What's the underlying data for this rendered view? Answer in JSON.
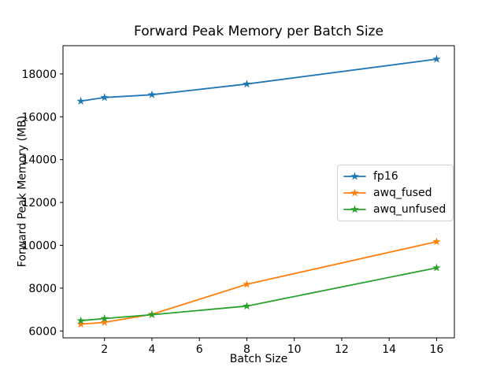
{
  "chart_data": {
    "type": "line",
    "title": "Forward Peak Memory per Batch Size",
    "xlabel": "Batch Size",
    "ylabel": "Forward Peak Memory (MB)",
    "x": [
      1,
      2,
      4,
      8,
      16
    ],
    "series": [
      {
        "name": "fp16",
        "color": "#1f77b4",
        "values": [
          16730,
          16900,
          17030,
          17530,
          18690
        ]
      },
      {
        "name": "awq_fused",
        "color": "#ff7f0e",
        "values": [
          6320,
          6400,
          6780,
          8180,
          10170
        ]
      },
      {
        "name": "awq_unfused",
        "color": "#2ca02c",
        "values": [
          6480,
          6580,
          6760,
          7160,
          8950
        ]
      }
    ],
    "xticks": [
      2,
      4,
      6,
      8,
      10,
      12,
      14,
      16
    ],
    "yticks": [
      6000,
      8000,
      10000,
      12000,
      14000,
      16000,
      18000
    ],
    "xlim": [
      0.25,
      16.75
    ],
    "ylim": [
      5680,
      19320
    ],
    "grid": false,
    "marker": "star",
    "legend_position": "center right",
    "axis_color": "#000000",
    "legend_border_color": "#d0d0d0",
    "background_color": "#ffffff"
  }
}
